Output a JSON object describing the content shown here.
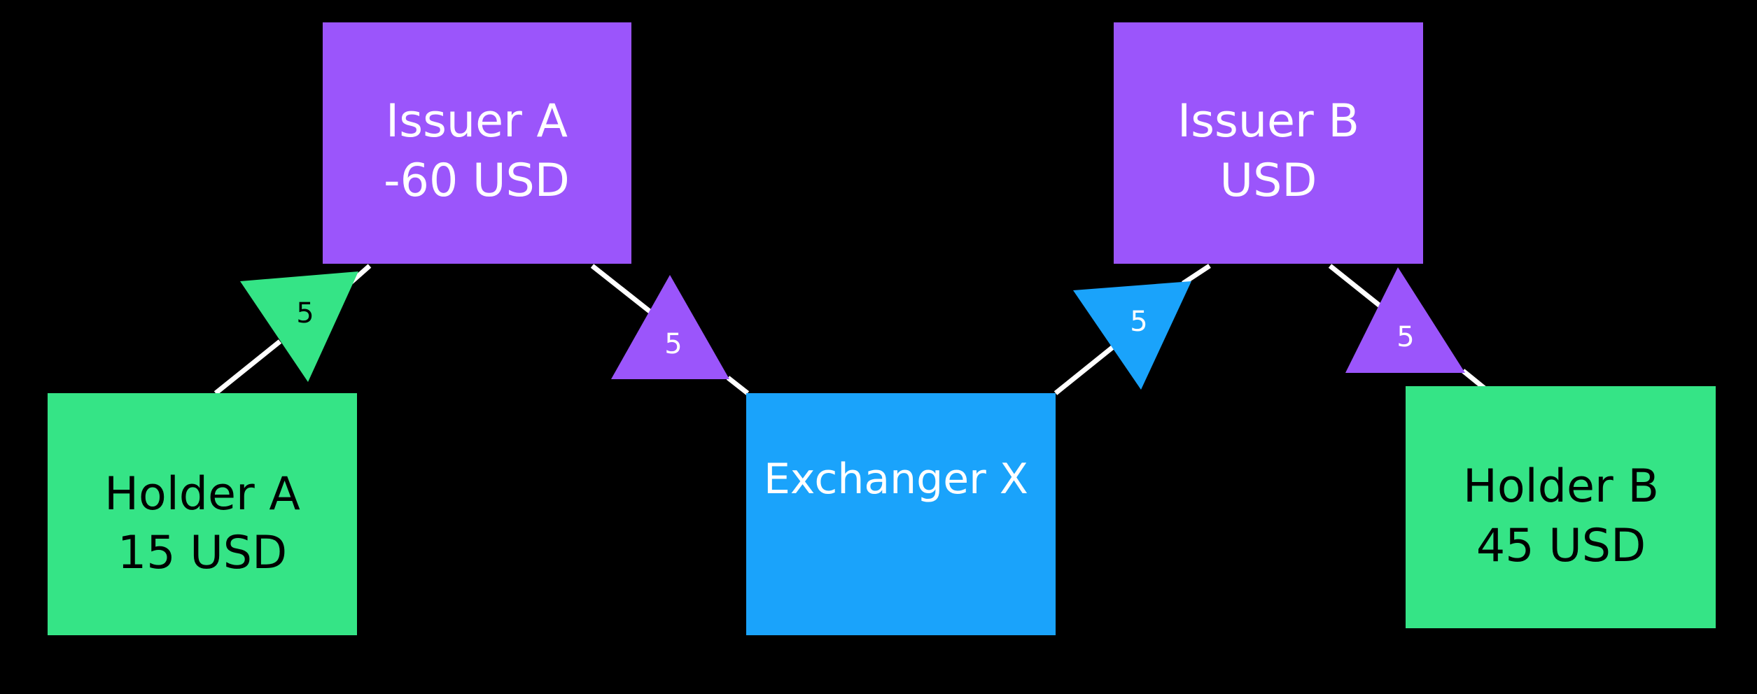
{
  "colors": {
    "background": "#000000",
    "issuer": "#9b55fb",
    "holder": "#35e486",
    "exchanger": "#1aa3fb",
    "connector": "#ffffff",
    "dark_text": "#000000",
    "light_text": "#ffffff"
  },
  "nodes": {
    "issuer_a": {
      "line1": "Issuer A",
      "line2": "-60 USD"
    },
    "issuer_b": {
      "line1": "Issuer B",
      "line2": "USD"
    },
    "holder_a": {
      "line1": "Holder A",
      "line2": "15 USD"
    },
    "holder_b": {
      "line1": "Holder B",
      "line2": "45 USD"
    },
    "exchanger_x": {
      "line1": "Exchanger X"
    }
  },
  "edges": {
    "holder_a_to_issuer_a": {
      "amount": "5"
    },
    "issuer_a_to_exchanger_x": {
      "amount": "5"
    },
    "exchanger_x_to_issuer_b": {
      "amount": "5"
    },
    "issuer_b_to_holder_b": {
      "amount": "5"
    }
  }
}
